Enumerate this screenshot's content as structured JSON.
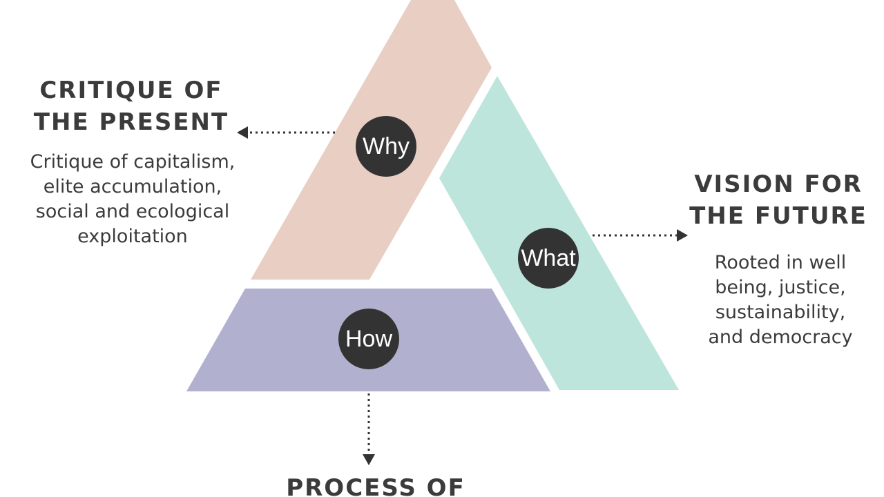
{
  "diagram": {
    "segments": [
      {
        "id": "why",
        "label": "Why",
        "color": "#e8cec3"
      },
      {
        "id": "what",
        "label": "What",
        "color": "#bde5dc"
      },
      {
        "id": "how",
        "label": "How",
        "color": "#b1b1cf"
      }
    ],
    "circle_color": "#333333",
    "arrow_color": "#333333"
  },
  "critique": {
    "heading_lines": [
      "CRITIQUE OF",
      "THE PRESENT"
    ],
    "description_lines": [
      "Critique of capitalism,",
      "elite accumulation,",
      "social and ecological",
      "exploitation"
    ]
  },
  "vision": {
    "heading_lines": [
      "VISION FOR",
      "THE FUTURE"
    ],
    "description_lines": [
      "Rooted in well",
      "being, justice,",
      "sustainability,",
      "and democracy"
    ]
  },
  "process": {
    "heading_lines": [
      "PROCESS OF"
    ]
  }
}
